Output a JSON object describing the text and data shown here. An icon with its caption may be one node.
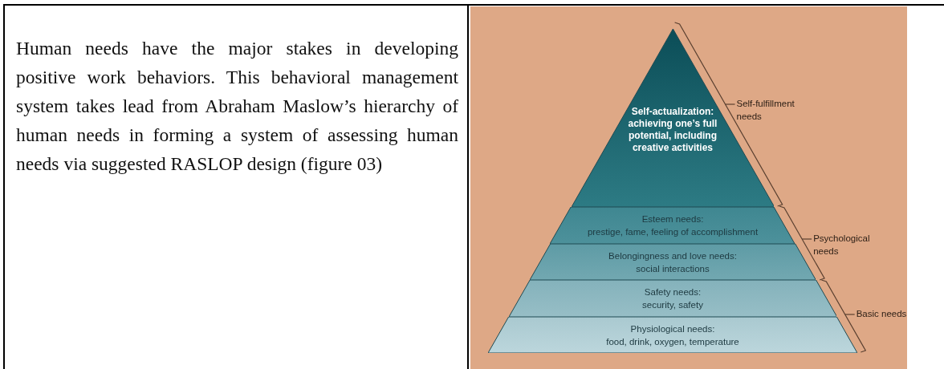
{
  "diagram": {
    "nodes": [
      {
        "text": [
          "Self-actualization: achieving one’s full potential, including creative activities"
        ]
      },
      {
        "text": [
          "Esteem needs:",
          "prestige, fame, feeling of accomplishment"
        ]
      },
      {
        "text": [
          "Belongingness and love needs:",
          "social interactions"
        ]
      },
      {
        "text": [
          "Safety needs:",
          "security, safety"
        ]
      },
      {
        "text": [
          "Physiological needs:",
          "food, drink, oxygen, temperature"
        ]
      }
    ],
    "edges": [],
    "labels": [
      "Human needs have the major stakes in developing positive work behaviors. This behavioral management system takes lead from Abraham Maslow’s hierarchy of human needs in forming a system of assessing human needs via suggested RASLOP design (figure 03)",
      "Self-fulfillment needs",
      "Psychological needs",
      "Basic needs"
    ]
  }
}
